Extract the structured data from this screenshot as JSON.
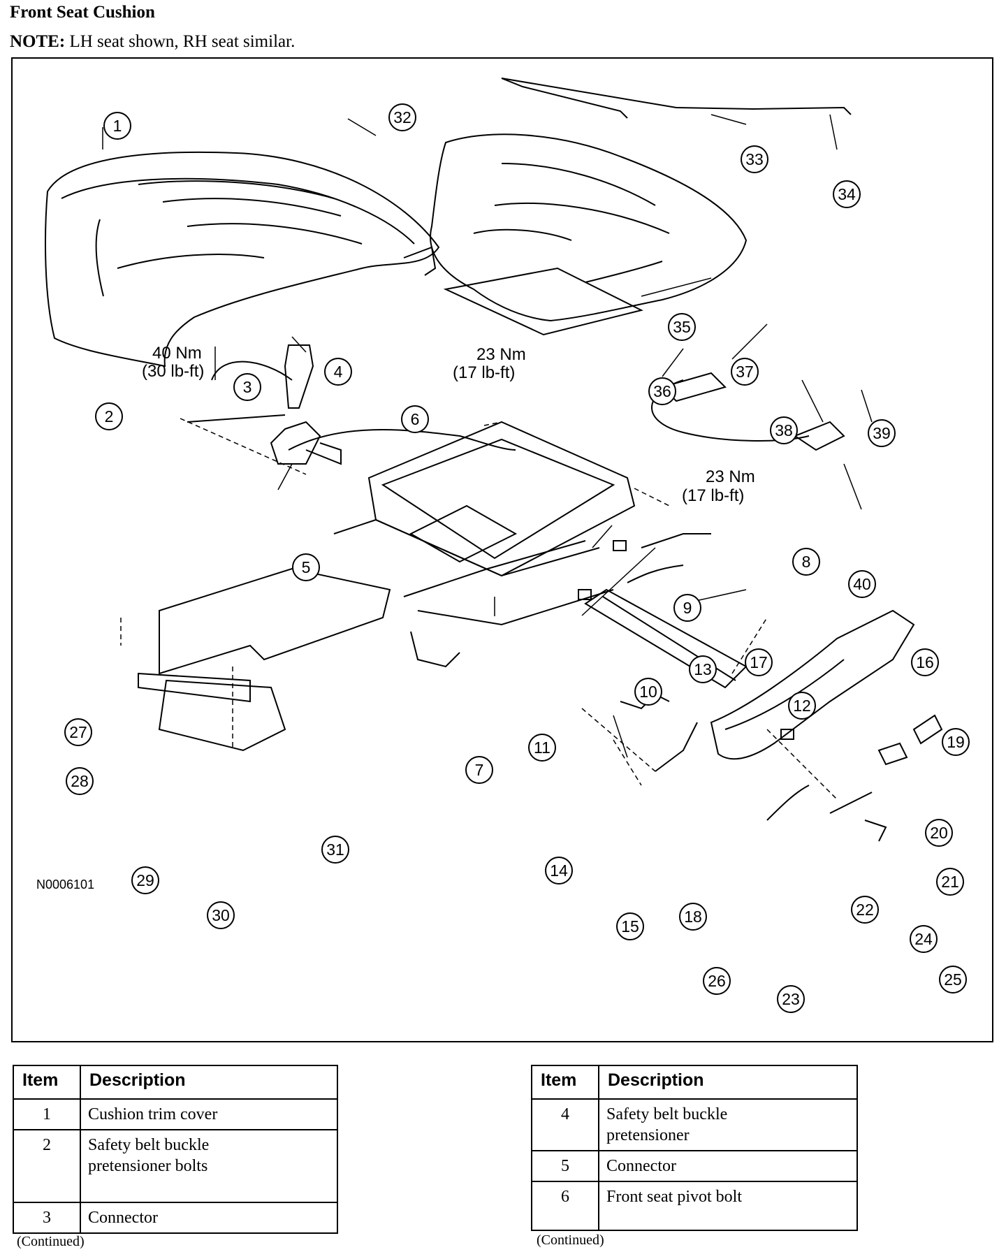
{
  "header": {
    "title": "Front Seat Cushion",
    "note_label": "NOTE:",
    "note_text": "LH seat shown, RH seat similar."
  },
  "figure": {
    "id": "N0006101",
    "torque_callouts": {
      "item2": [
        "40 Nm",
        "(30 lb-ft)"
      ],
      "item6": [
        "23 Nm",
        "(17 lb-ft)"
      ],
      "item8": [
        "23 Nm",
        "(17 lb-ft)"
      ]
    },
    "callouts": [
      "1",
      "2",
      "3",
      "4",
      "5",
      "6",
      "7",
      "8",
      "9",
      "10",
      "11",
      "12",
      "13",
      "14",
      "15",
      "16",
      "17",
      "18",
      "19",
      "20",
      "21",
      "22",
      "23",
      "24",
      "25",
      "26",
      "27",
      "28",
      "29",
      "30",
      "31",
      "32",
      "33",
      "34",
      "35",
      "36",
      "37",
      "38",
      "39",
      "40"
    ]
  },
  "table_left": {
    "headers": [
      "Item",
      "Description"
    ],
    "rows": [
      {
        "item": "1",
        "description": "Cushion trim cover"
      },
      {
        "item": "2",
        "description": "Safety belt buckle pretensioner bolts"
      },
      {
        "item": "3",
        "description": "Connector"
      }
    ],
    "continued": "(Continued)"
  },
  "table_right": {
    "headers": [
      "Item",
      "Description"
    ],
    "rows": [
      {
        "item": "4",
        "description": "Safety belt buckle pretensioner"
      },
      {
        "item": "5",
        "description": "Connector"
      },
      {
        "item": "6",
        "description": "Front seat pivot bolt"
      }
    ],
    "continued": "(Continued)"
  }
}
